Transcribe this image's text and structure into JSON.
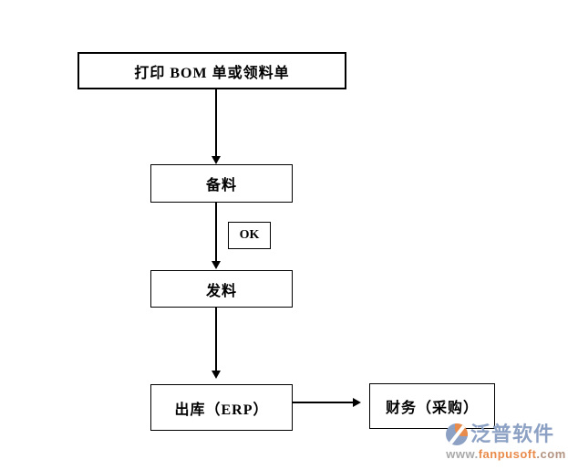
{
  "diagram": {
    "type": "flowchart",
    "nodes": {
      "print_bom": "打印 BOM 单或领料单",
      "prepare": "备料",
      "ok": "OK",
      "issue": "发料",
      "outbound": "出库（ERP）",
      "finance": "财务（采购）"
    },
    "edges": [
      {
        "from": "print_bom",
        "to": "prepare",
        "direction": "down"
      },
      {
        "from": "prepare",
        "to": "issue",
        "direction": "down",
        "label": "OK"
      },
      {
        "from": "issue",
        "to": "outbound",
        "direction": "down"
      },
      {
        "from": "outbound",
        "to": "finance",
        "direction": "right"
      }
    ]
  },
  "watermark": {
    "brand": "泛普软件",
    "url": {
      "prefix": "www.",
      "name": "fanpusoft",
      "tld": ".com"
    }
  },
  "colors": {
    "line": "#000000",
    "box_background": "#ffffff",
    "brand_blue": "#8ca1c4",
    "brand_orange": "#e98b4a",
    "url_grey": "#a9a9a9"
  }
}
